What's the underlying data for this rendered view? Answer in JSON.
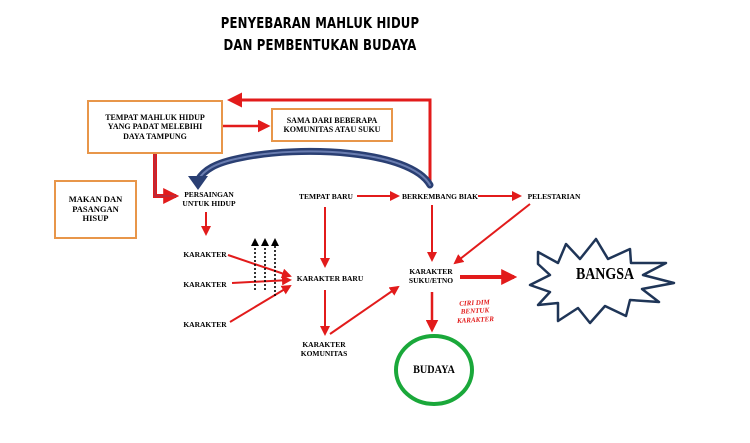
{
  "title_line1": "PENYEBARAN MAHLUK HIDUP",
  "title_line2": "DAN PEMBENTUKAN BUDAYA",
  "nodes": {
    "tempat_padat": "TEMPAT MAHLUK HIDUP\nYANG PADAT MELEBIHI\nDAYA TAMPUNG",
    "sama_dari": "SAMA DARI BEBERAPA\nKOMUNITAS ATAU SUKU",
    "makan": "MAKAN DAN\nPASANGAN\nHISUP",
    "persaingan": "PERSAINGAN\nUNTUK HIDUP",
    "karakter1": "KARAKTER",
    "karakter2": "KARAKTER",
    "karakter3": "KARAKTER",
    "karakter_baru": "KARAKTER BARU",
    "karakter_komunitas": "KARAKTER\nKOMUNITAS",
    "tempat_baru": "TEMPAT BARU",
    "berkembang_biak": "BERKEMBANG BIAK",
    "pelestarian": "PELESTARIAN",
    "karakter_suku": "KARAKTER\nSUKU/ETNO",
    "ciri": "CIRI DIM\nBENTUK\nKARAKTER",
    "bangsa": "BANGSA",
    "budaya": "BUDAYA"
  },
  "colors": {
    "arrow": "#e21b1b",
    "box_border": "#e8964a",
    "curve_arrow": "#2a3f73",
    "budaya_circle": "#1aa83a",
    "star_border": "#1f3557"
  }
}
